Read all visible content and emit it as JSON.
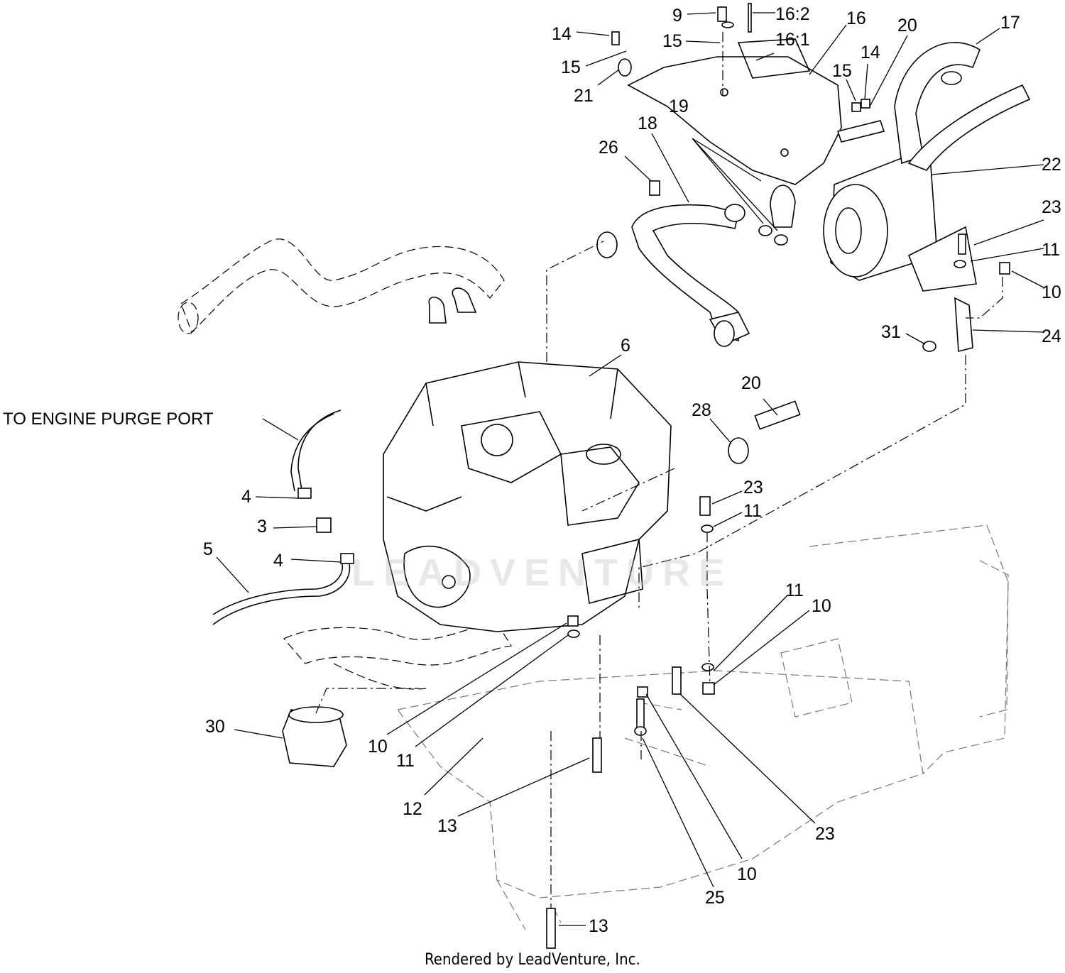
{
  "note": "TO ENGINE PURGE PORT",
  "footer": "Rendered by LeadVenture, Inc.",
  "watermark": "LEADVENTURE",
  "callouts": [
    "9",
    "16:2",
    "14",
    "15",
    "16:1",
    "16",
    "20",
    "17",
    "15",
    "14",
    "15",
    "21",
    "19",
    "18",
    "26",
    "22",
    "23",
    "11",
    "10",
    "31",
    "24",
    "6",
    "20",
    "28",
    "23",
    "11",
    "4",
    "3",
    "5",
    "4",
    "11",
    "10",
    "10",
    "11",
    "12",
    "13",
    "30",
    "23",
    "10",
    "25",
    "13"
  ]
}
